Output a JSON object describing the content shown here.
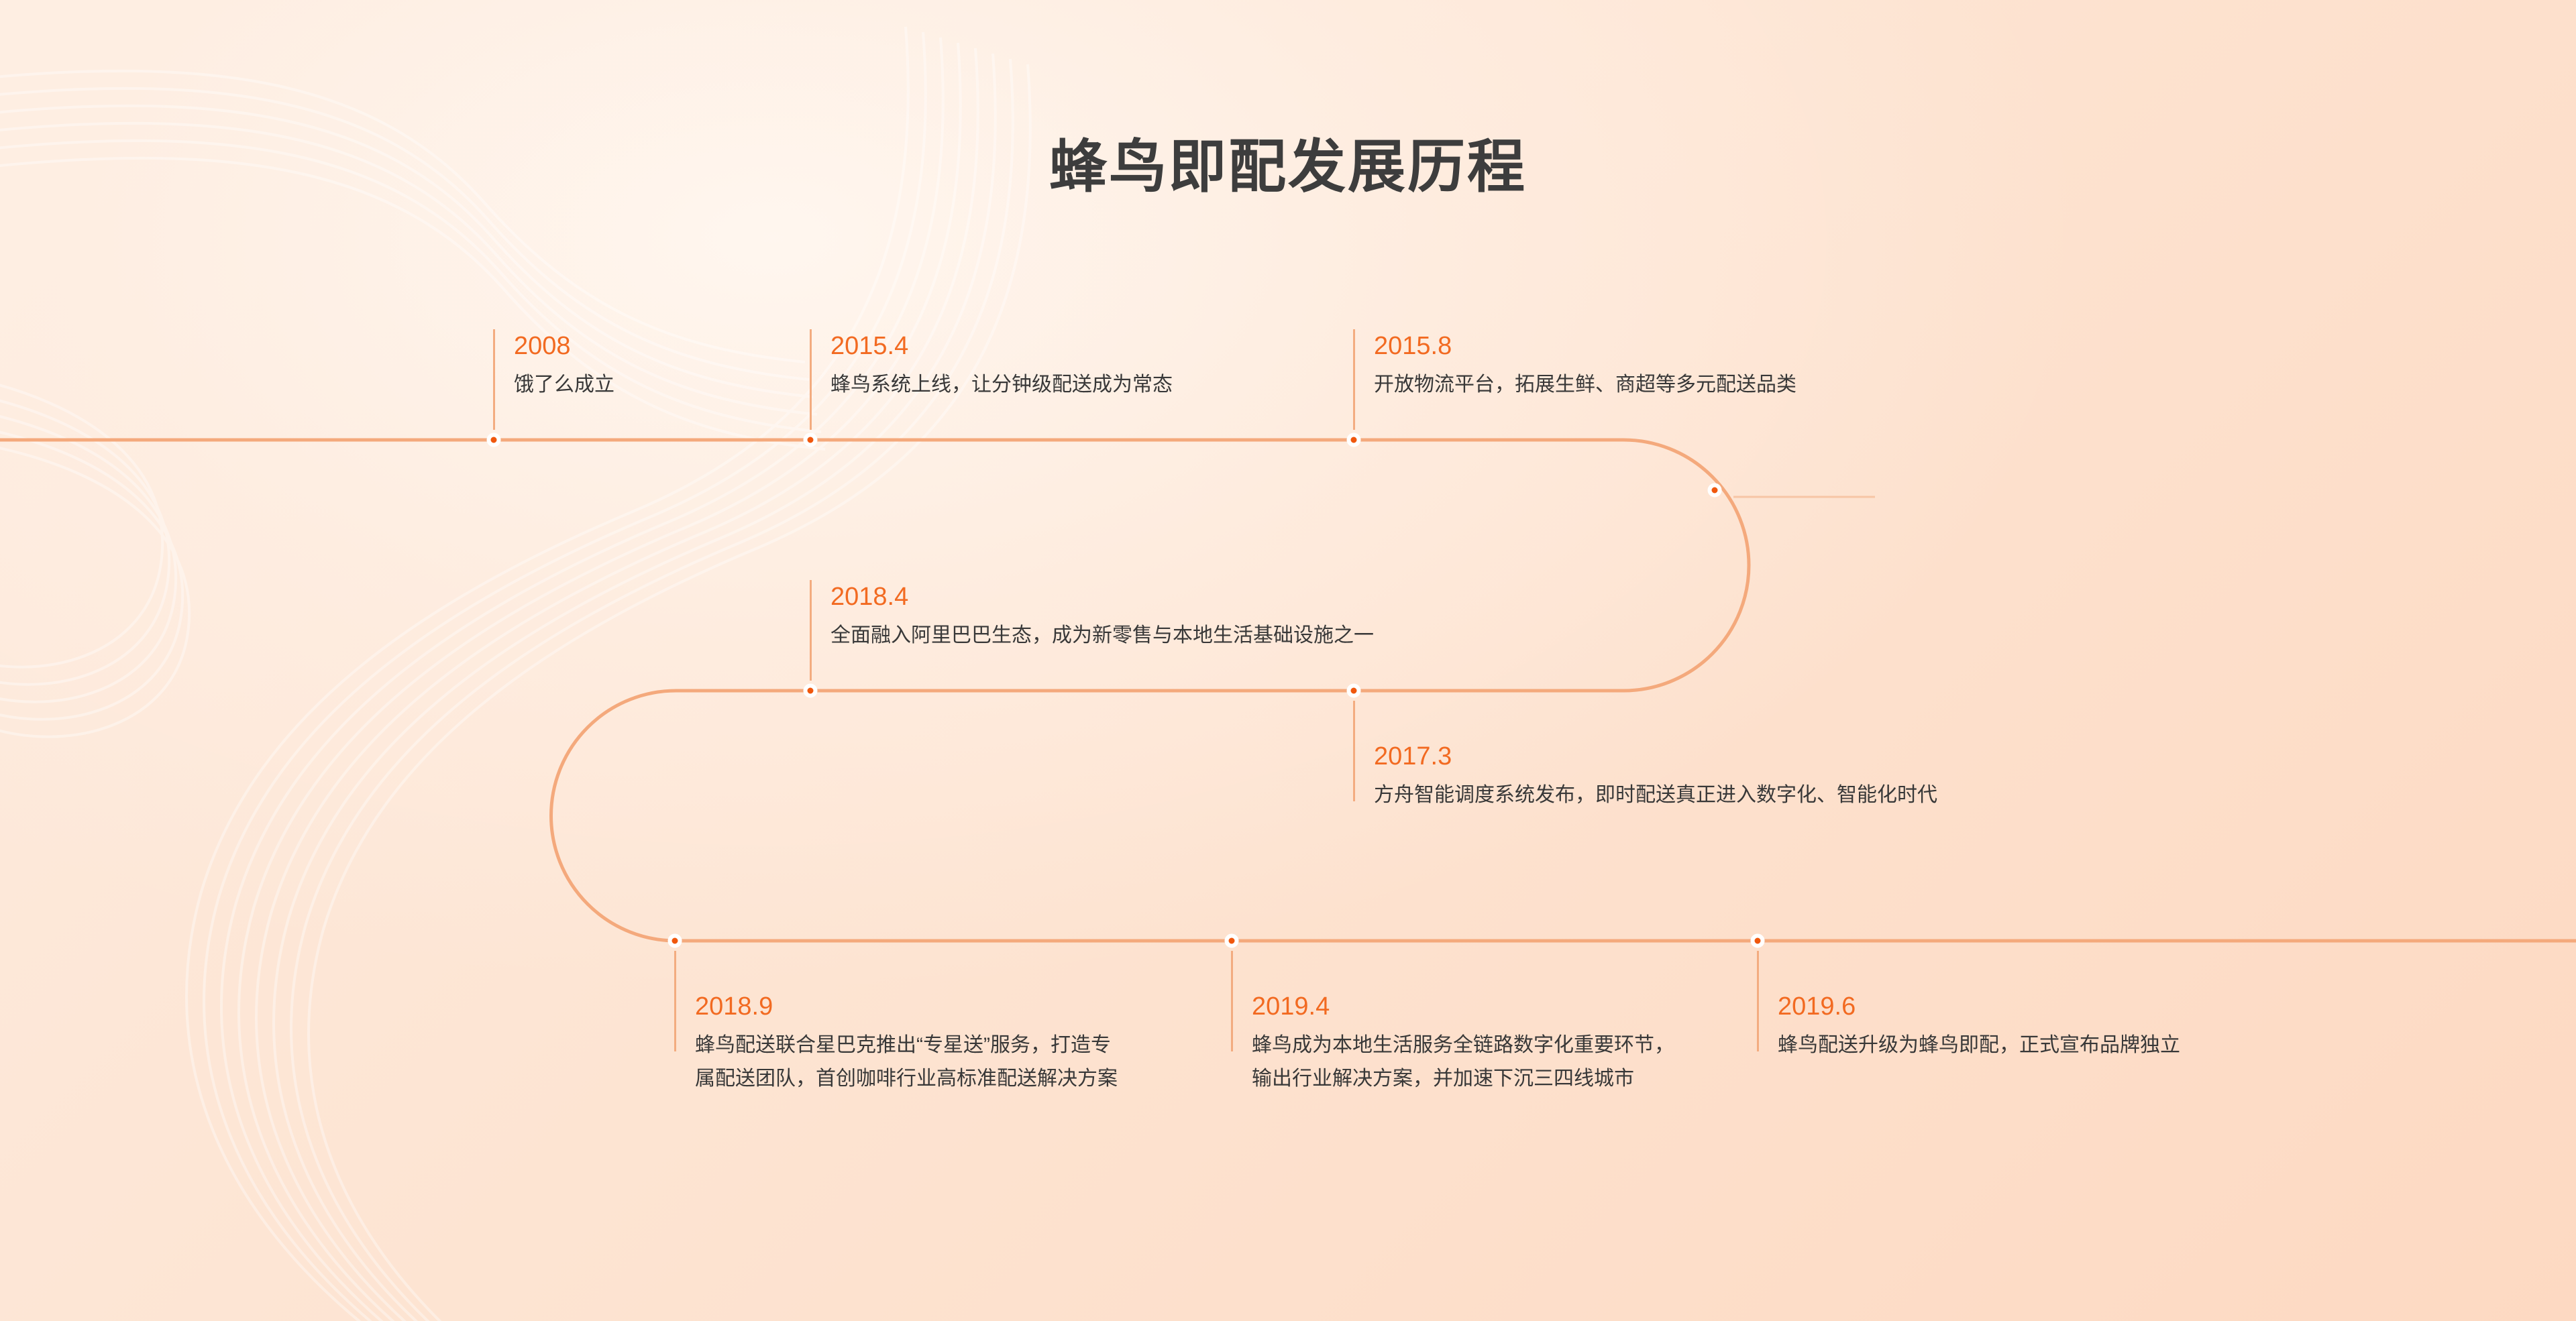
{
  "page": {
    "title": "蜂鸟即配发展历程"
  },
  "timeline": {
    "colors": {
      "dot": "#F0570D",
      "line": "#F4A97C",
      "tick": "#F3AC80",
      "year_text": "#F26A21",
      "desc_text": "#383838",
      "title_text": "#3D3D3D",
      "background_start": "#FDECE0",
      "background_end": "#FDD9C2"
    },
    "events": [
      {
        "year": "2008",
        "desc": "饿了么成立"
      },
      {
        "year": "2015.4",
        "desc": "蜂鸟系统上线，让分钟级配送成为常态"
      },
      {
        "year": "2015.8",
        "desc": "开放物流平台，拓展生鲜、商超等多元配送品类"
      },
      {
        "year": "2017.3",
        "desc": "方舟智能调度系统发布，即时配送真正进入数字化、智能化时代"
      },
      {
        "year": "2018.4",
        "desc": "全面融入阿里巴巴生态，成为新零售与本地生活基础设施之一"
      },
      {
        "year": "2018.9",
        "desc": "蜂鸟配送联合星巴克推出“专星送”服务，打造专属配送团队，首创咖啡行业高标准配送解决方案"
      },
      {
        "year": "2019.4",
        "desc": "蜂鸟成为本地生活服务全链路数字化重要环节，输出行业解决方案，并加速下沉三四线城市"
      },
      {
        "year": "2019.6",
        "desc": "蜂鸟配送升级为蜂鸟即配，正式宣布品牌独立"
      }
    ]
  }
}
